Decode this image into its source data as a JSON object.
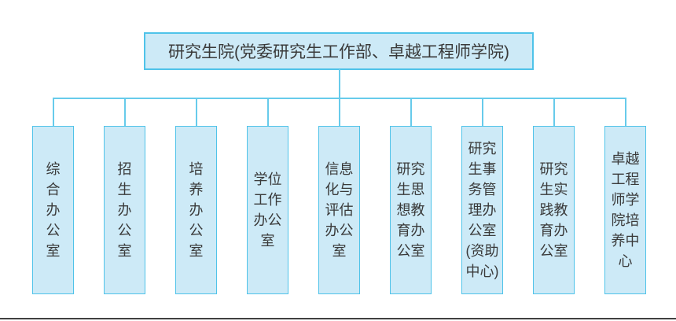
{
  "colors": {
    "box_fill": "#cdeaf7",
    "box_border": "#4fc3e9",
    "connector_line": "#67cbeb",
    "text": "#3a3a3a",
    "page_edge": "#414141"
  },
  "root": {
    "label": "研究生院(党委研究生工作部、卓越工程师学院)"
  },
  "departments": [
    {
      "name": "综合办公室",
      "label": "综\n合\n办\n公\n室"
    },
    {
      "name": "招生办公室",
      "label": "招\n生\n办\n公\n室"
    },
    {
      "name": "培养办公室",
      "label": "培\n养\n办\n公\n室"
    },
    {
      "name": "学位工作办公室",
      "label": "学位\n工作\n办公\n室"
    },
    {
      "name": "信息化与评估办公室",
      "label": "信息\n化与\n评估\n办公\n室"
    },
    {
      "name": "研究生思想教育办公室",
      "label": "研究\n生思\n想教\n育办\n公室"
    },
    {
      "name": "研究生事务管理办公室(资助中心)",
      "label": "研究\n生事\n务管\n理办\n公室\n(资助\n中心)"
    },
    {
      "name": "研究生实践教育办公室",
      "label": "研究\n生实\n践教\n育办\n公室"
    },
    {
      "name": "卓越工程师学院培养中心",
      "label": "卓越\n工程\n师学\n院培\n养中\n心"
    }
  ]
}
